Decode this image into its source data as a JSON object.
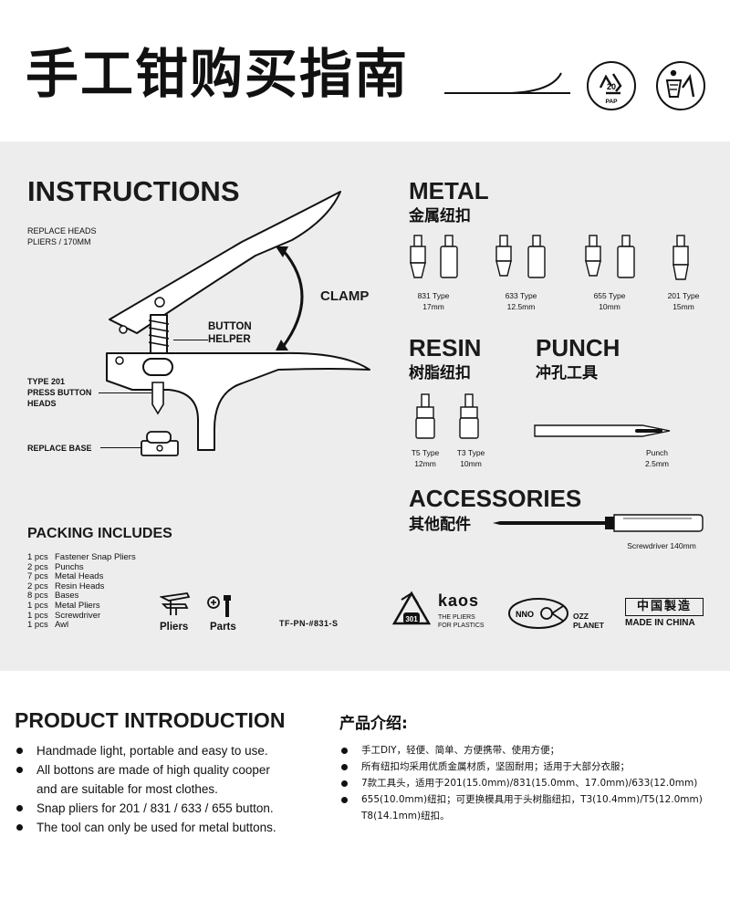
{
  "header": {
    "title": "手工钳购买指南",
    "recycle_number": "20",
    "recycle_code": "PAP"
  },
  "instructions": {
    "heading": "INSTRUCTIONS",
    "replace_heads": "REPLACE HEADS",
    "pliers_size": "PLIERS / 170MM",
    "clamp": "CLAMP",
    "button_helper_1": "BUTTON",
    "button_helper_2": "HELPER",
    "type201_1": "TYPE 201",
    "type201_2": "PRESS BUTTON",
    "type201_3": "HEADS",
    "replace_base": "REPLACE BASE"
  },
  "metal": {
    "heading": "METAL",
    "heading_cn": "金属纽扣",
    "types": [
      {
        "name": "831 Type",
        "size": "17mm"
      },
      {
        "name": "633 Type",
        "size": "12.5mm"
      },
      {
        "name": "655 Type",
        "size": "10mm"
      },
      {
        "name": "201 Type",
        "size": "15mm"
      }
    ]
  },
  "resin": {
    "heading": "RESIN",
    "heading_cn": "树脂纽扣",
    "types": [
      {
        "name": "T5 Type",
        "size": "12mm"
      },
      {
        "name": "T3 Type",
        "size": "10mm"
      }
    ]
  },
  "punch": {
    "heading": "PUNCH",
    "heading_cn": "冲孔工具",
    "name": "Punch",
    "size": "2.5mm"
  },
  "accessories": {
    "heading": "ACCESSORIES",
    "heading_cn": "其他配件",
    "screwdriver": "Screwdriver 140mm"
  },
  "packing": {
    "heading": "PACKING INCLUDES",
    "items": [
      {
        "qty": "1 pcs",
        "name": "Fastener Snap Pliers"
      },
      {
        "qty": "2 pcs",
        "name": "Punchs"
      },
      {
        "qty": "7 pcs",
        "name": "Metal Heads"
      },
      {
        "qty": "2 pcs",
        "name": "Resin Heads"
      },
      {
        "qty": "8 pcs",
        "name": "Bases"
      },
      {
        "qty": "1 pcs",
        "name": "Metal Pliers"
      },
      {
        "qty": "1 pcs",
        "name": "Screwdriver"
      },
      {
        "qty": "1 pcs",
        "name": "Awl"
      }
    ],
    "pliers_label": "Pliers",
    "parts_label": "Parts",
    "code": "TF-PN-#831-S"
  },
  "logos": {
    "recycle_code": "301",
    "kaos": "kaos",
    "kaos_sub1": "THE PLIERS",
    "kaos_sub2": "FOR PLASTICS",
    "ozz_mark": "NNO",
    "ozz1": "OZZ",
    "ozz2": "PLANET",
    "china_cn": "中国製造",
    "china_en": "MADE IN CHINA"
  },
  "product": {
    "heading": "PRODUCT INTRODUCTION",
    "bullets": [
      "Handmade light, portable and easy to use.",
      "All bottons are made of high quality cooper",
      "and are suitable for most clothes.",
      "Snap pliers for  201 / 831 / 633  / 655 button.",
      "The tool can only be used for metal buttons."
    ],
    "heading_cn": "产品介绍:",
    "bullets_cn": [
      "手工DIY，轻便、简单、方便携带、使用方便；",
      "所有纽扣均采用优质金属材质，坚固耐用；适用于大部分衣服；",
      "7款工具头，适用于201(15.0mm)/831(15.0mm、17.0mm)/633(12.0mm)",
      "655(10.0mm)纽扣；可更换模具用于头树脂纽扣，T3(10.4mm)/T5(12.0mm)",
      "T8(14.1mm)纽扣。"
    ]
  }
}
